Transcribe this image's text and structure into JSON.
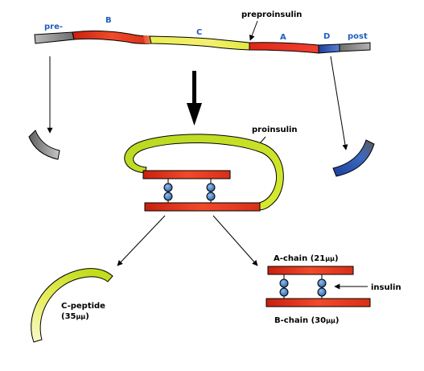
{
  "labels": {
    "pre": "pre-",
    "b": "B",
    "c": "C",
    "a": "A",
    "d": "D",
    "post": "post",
    "preproinsulin": "preproinsulin",
    "proinsulin": "proinsulin",
    "a_chain_prefix": "A-chain (21",
    "a_chain_unit": "μμ",
    "a_chain_suffix": ")",
    "insulin": "insulin",
    "b_chain_prefix": "B-chain (30",
    "b_chain_unit": "μμ",
    "b_chain_suffix": ")",
    "c_peptide": "C-peptide",
    "c_peptide_len_prefix": "(35",
    "c_peptide_len_unit": "μμ",
    "c_peptide_len_suffix": ")"
  },
  "colors": {
    "segment_label": "#1f5fbf",
    "pre_post_gray": "#8a8a8a",
    "chain_red": "#e0301c",
    "c_yellow": "#d9e62a",
    "d_blue": "#2b4fa8",
    "disulfide_blue": "#3a78c8",
    "outline": "#000000"
  },
  "icons": {
    "disulfide": "disulfide-bond-icon",
    "arrow": "arrow-icon"
  }
}
